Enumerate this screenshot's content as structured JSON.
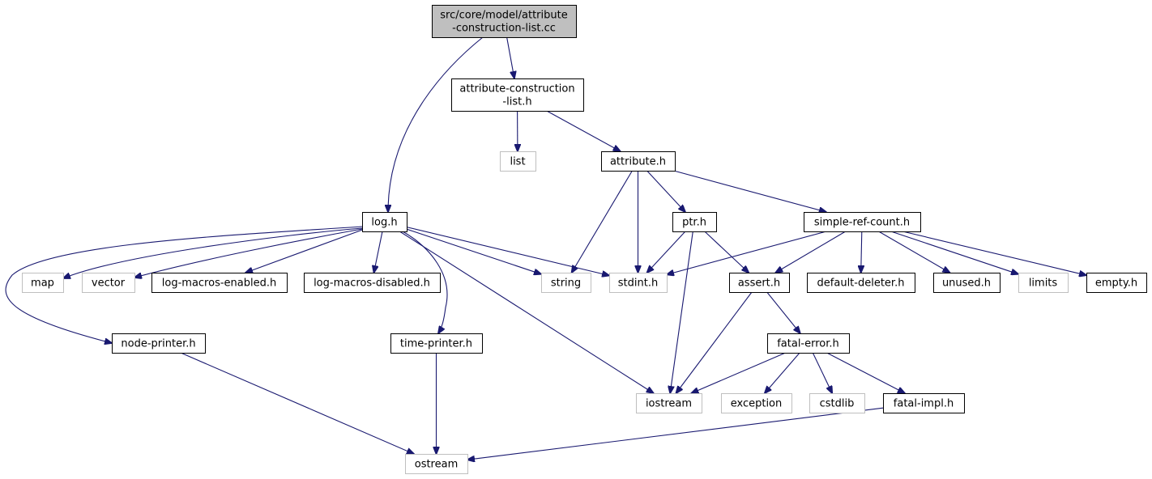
{
  "nodes": [
    {
      "id": "root",
      "lines": [
        "src/core/model/attribute",
        "-construction-list.cc"
      ],
      "style": "root"
    },
    {
      "id": "acl_h",
      "lines": [
        "attribute-construction",
        "-list.h"
      ],
      "style": "local"
    },
    {
      "id": "list",
      "lines": [
        "list"
      ],
      "style": "system"
    },
    {
      "id": "attribute_h",
      "lines": [
        "attribute.h"
      ],
      "style": "local"
    },
    {
      "id": "log_h",
      "lines": [
        "log.h"
      ],
      "style": "local"
    },
    {
      "id": "ptr_h",
      "lines": [
        "ptr.h"
      ],
      "style": "local"
    },
    {
      "id": "src_h",
      "lines": [
        "simple-ref-count.h"
      ],
      "style": "local"
    },
    {
      "id": "map",
      "lines": [
        "map"
      ],
      "style": "system"
    },
    {
      "id": "vector",
      "lines": [
        "vector"
      ],
      "style": "system"
    },
    {
      "id": "lme_h",
      "lines": [
        "log-macros-enabled.h"
      ],
      "style": "local"
    },
    {
      "id": "lmd_h",
      "lines": [
        "log-macros-disabled.h"
      ],
      "style": "local"
    },
    {
      "id": "string",
      "lines": [
        "string"
      ],
      "style": "system"
    },
    {
      "id": "stdint_h",
      "lines": [
        "stdint.h"
      ],
      "style": "system"
    },
    {
      "id": "assert_h",
      "lines": [
        "assert.h"
      ],
      "style": "local"
    },
    {
      "id": "dd_h",
      "lines": [
        "default-deleter.h"
      ],
      "style": "local"
    },
    {
      "id": "unused_h",
      "lines": [
        "unused.h"
      ],
      "style": "local"
    },
    {
      "id": "limits",
      "lines": [
        "limits"
      ],
      "style": "system"
    },
    {
      "id": "empty_h",
      "lines": [
        "empty.h"
      ],
      "style": "local"
    },
    {
      "id": "np_h",
      "lines": [
        "node-printer.h"
      ],
      "style": "local"
    },
    {
      "id": "tp_h",
      "lines": [
        "time-printer.h"
      ],
      "style": "local"
    },
    {
      "id": "fe_h",
      "lines": [
        "fatal-error.h"
      ],
      "style": "local"
    },
    {
      "id": "iostream",
      "lines": [
        "iostream"
      ],
      "style": "system"
    },
    {
      "id": "exception",
      "lines": [
        "exception"
      ],
      "style": "system"
    },
    {
      "id": "cstdlib",
      "lines": [
        "cstdlib"
      ],
      "style": "system"
    },
    {
      "id": "fi_h",
      "lines": [
        "fatal-impl.h"
      ],
      "style": "local"
    },
    {
      "id": "ostream",
      "lines": [
        "ostream"
      ],
      "style": "system"
    }
  ],
  "edges": [
    {
      "from": "root",
      "to": "acl_h"
    },
    {
      "from": "root",
      "to": "log_h"
    },
    {
      "from": "acl_h",
      "to": "list"
    },
    {
      "from": "acl_h",
      "to": "attribute_h"
    },
    {
      "from": "attribute_h",
      "to": "string"
    },
    {
      "from": "attribute_h",
      "to": "stdint_h"
    },
    {
      "from": "attribute_h",
      "to": "ptr_h"
    },
    {
      "from": "attribute_h",
      "to": "src_h"
    },
    {
      "from": "log_h",
      "to": "np_h"
    },
    {
      "from": "log_h",
      "to": "map"
    },
    {
      "from": "log_h",
      "to": "vector"
    },
    {
      "from": "log_h",
      "to": "lme_h"
    },
    {
      "from": "log_h",
      "to": "lmd_h"
    },
    {
      "from": "log_h",
      "to": "tp_h"
    },
    {
      "from": "log_h",
      "to": "string"
    },
    {
      "from": "log_h",
      "to": "stdint_h"
    },
    {
      "from": "log_h",
      "to": "iostream"
    },
    {
      "from": "ptr_h",
      "to": "stdint_h"
    },
    {
      "from": "ptr_h",
      "to": "iostream"
    },
    {
      "from": "ptr_h",
      "to": "assert_h"
    },
    {
      "from": "src_h",
      "to": "stdint_h"
    },
    {
      "from": "src_h",
      "to": "assert_h"
    },
    {
      "from": "src_h",
      "to": "dd_h"
    },
    {
      "from": "src_h",
      "to": "unused_h"
    },
    {
      "from": "src_h",
      "to": "limits"
    },
    {
      "from": "src_h",
      "to": "empty_h"
    },
    {
      "from": "assert_h",
      "to": "iostream"
    },
    {
      "from": "assert_h",
      "to": "fe_h"
    },
    {
      "from": "fe_h",
      "to": "iostream"
    },
    {
      "from": "fe_h",
      "to": "exception"
    },
    {
      "from": "fe_h",
      "to": "cstdlib"
    },
    {
      "from": "fe_h",
      "to": "fi_h"
    },
    {
      "from": "np_h",
      "to": "ostream"
    },
    {
      "from": "tp_h",
      "to": "ostream"
    },
    {
      "from": "fi_h",
      "to": "ostream"
    }
  ],
  "colors": {
    "edge": "#191970",
    "root_fill": "#bfbfbf",
    "root_stroke": "#000000",
    "local_stroke": "#000000",
    "system_stroke": "#bfbfbf",
    "text": "#000000"
  }
}
